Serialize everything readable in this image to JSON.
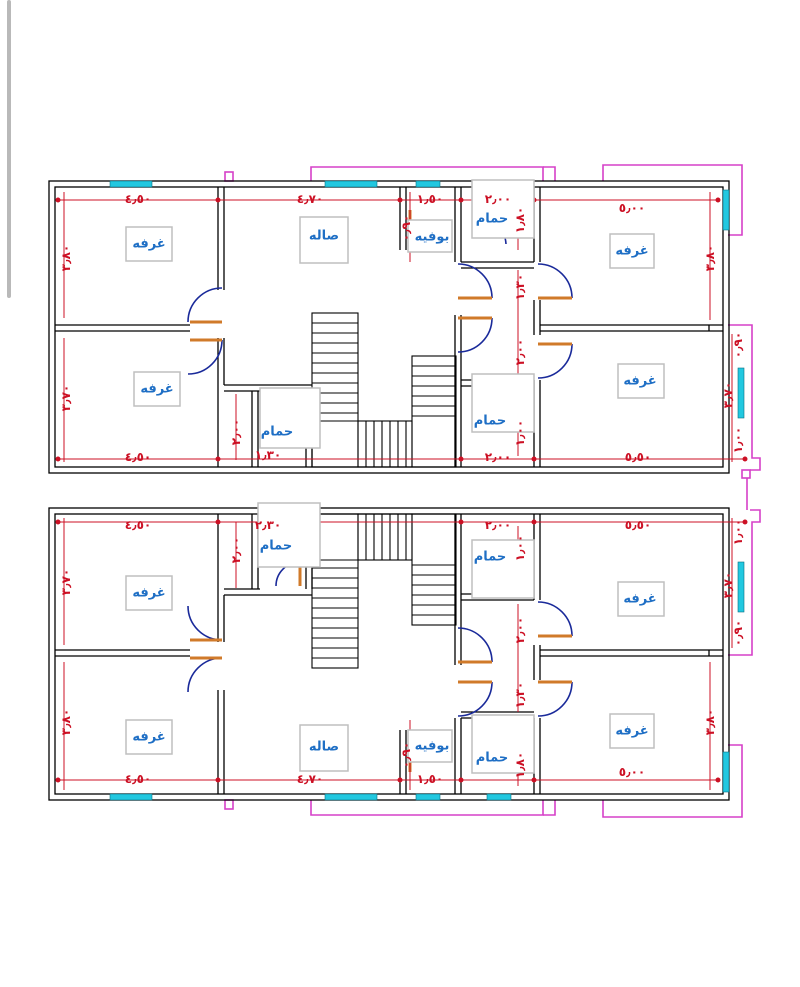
{
  "rooms": {
    "ghurfa": "غرفه",
    "sala": "صاله",
    "hammam": "حمام",
    "bufia": "بوفيه"
  },
  "dims": {
    "d_4_50": "٤٫٥٠",
    "d_4_70": "٤٫٧٠",
    "d_1_50": "١٫٥٠",
    "d_2_00": "٢٫٠٠",
    "d_5_00": "٥٫٠٠",
    "d_5_50": "٥٫٥٠",
    "d_3_80": "٣٫٨٠",
    "d_3_70": "٣٫٧٠",
    "d_1_80": "١٫٨٠",
    "d_1_30": "١٫٣٠",
    "d_2_30": "٢٫٣٠",
    "d_0_90": "٠٫٩٠",
    "d_1_00": "١٫٠٠"
  },
  "colors": {
    "wall": "#000000",
    "window": "#22c8e0",
    "dimension": "#cc1024",
    "door": "#1a2a9a",
    "door_sill": "#d07a2a",
    "balcony": "#d640c8",
    "label_box": "#bfbfbf",
    "label_text": "#1f6fc5"
  }
}
